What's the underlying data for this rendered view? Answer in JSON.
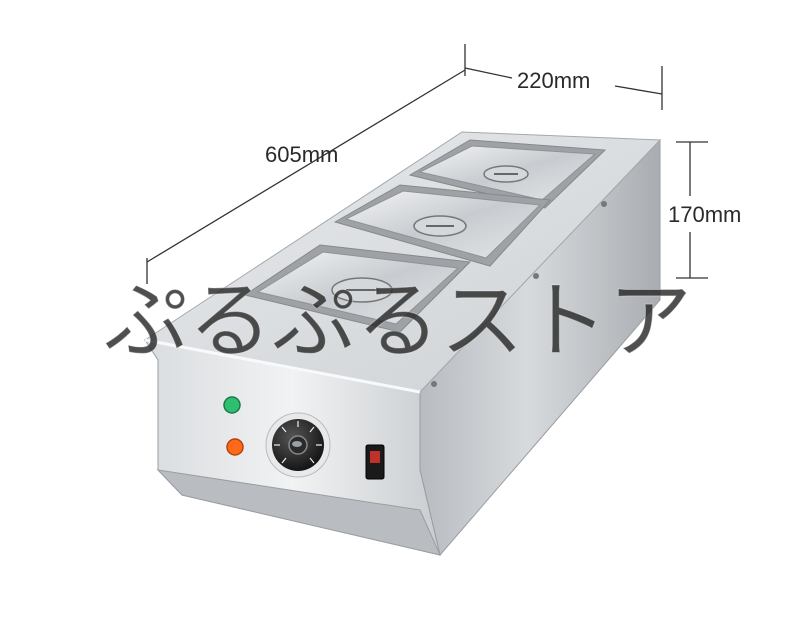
{
  "dimensions": {
    "length": "605mm",
    "width": "220mm",
    "height": "170mm"
  },
  "watermark": "ぷるぷるストア",
  "product": {
    "wells": 3,
    "indicator_colors": {
      "power": "#2fbf71",
      "heat": "#ff6a1a"
    },
    "body_color": "#cfd3d6"
  }
}
